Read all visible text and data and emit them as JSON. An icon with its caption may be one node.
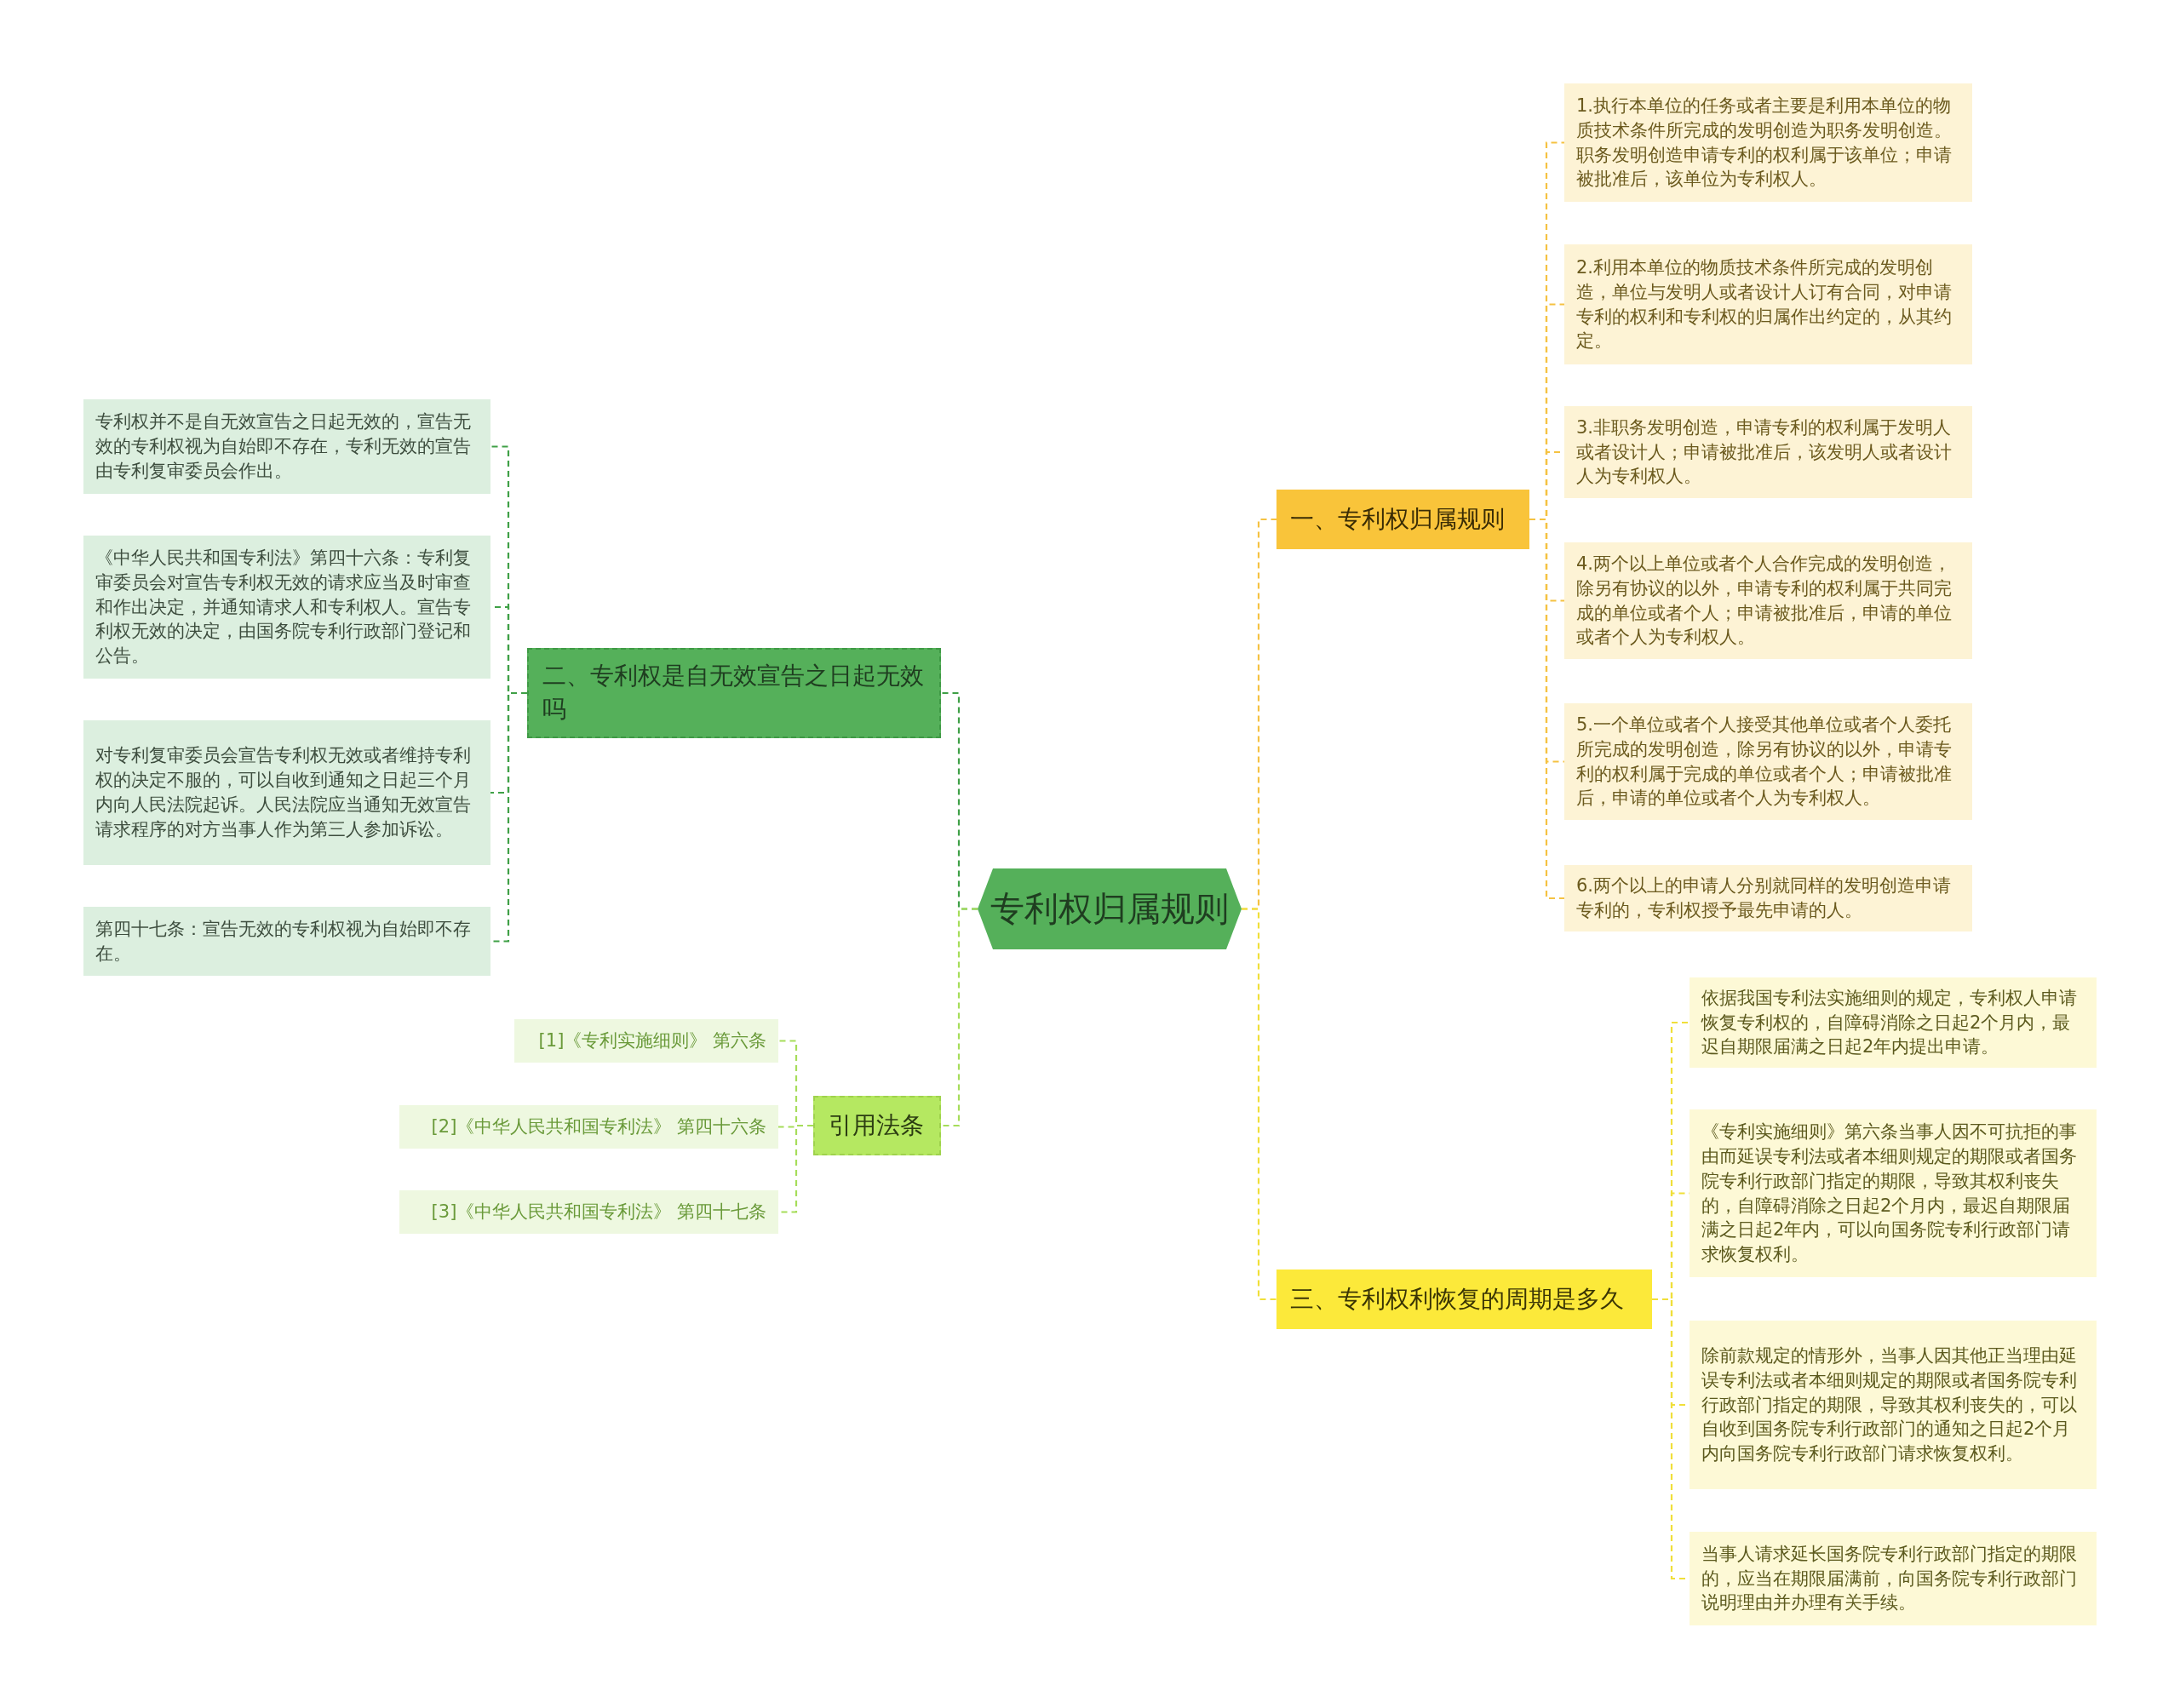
{
  "diagram": {
    "nodes": [
      {
        "text": [
          "专利权归属规则"
        ]
      },
      {
        "text": [
          "一、专利权归属规则"
        ]
      },
      {
        "text": [
          "1.执行本单位的任务或者主要是利用本单位的物质技术条件所完成的发明创造为职务发明创造。职务发明创造申请专利的权利属于该单位；申请被批准后，该单位为专利权人。"
        ]
      },
      {
        "text": [
          "2.利用本单位的物质技术条件所完成的发明创造，单位与发明人或者设计人订有合同，对申请专利的权利和专利权的归属作出约定的，从其约定。"
        ]
      },
      {
        "text": [
          "3.非职务发明创造，申请专利的权利属于发明人或者设计人；申请被批准后，该发明人或者设计人为专利权人。"
        ]
      },
      {
        "text": [
          "4.两个以上单位或者个人合作完成的发明创造，除另有协议的以外，申请专利的权利属于共同完成的单位或者个人；申请被批准后，申请的单位或者个人为专利权人。"
        ]
      },
      {
        "text": [
          "5.一个单位或者个人接受其他单位或者个人委托所完成的发明创造，除另有协议的以外，申请专利的权利属于完成的单位或者个人；申请被批准后，申请的单位或者个人为专利权人。"
        ]
      },
      {
        "text": [
          "6.两个以上的申请人分别就同样的发明创造申请专利的，专利权授予最先申请的人。"
        ]
      },
      {
        "text": [
          "二、专利权是自无效宣告之日起无效吗"
        ]
      },
      {
        "text": [
          "专利权并不是自无效宣告之日起无效的，宣告无效的专利权视为自始即不存在，专利无效的宣告由专利复审委员会作出。"
        ]
      },
      {
        "text": [
          "《中华人民共和国专利法》第四十六条：专利复审委员会对宣告专利权无效的请求应当及时审查和作出决定，并通知请求人和专利权人。宣告专利权无效的决定，由国务院专利行政部门登记和公告。"
        ]
      },
      {
        "text": [
          "对专利复审委员会宣告专利权无效或者维持专利权的决定不服的，可以自收到通知之日起三个月内向人民法院起诉。人民法院应当通知无效宣告请求程序的对方当事人作为第三人参加诉讼。"
        ]
      },
      {
        "text": [
          "第四十七条：宣告无效的专利权视为自始即不存在。"
        ]
      },
      {
        "text": [
          "引用法条"
        ]
      },
      {
        "text": [
          "[1]《专利实施细则》 第六条"
        ]
      },
      {
        "text": [
          "[2]《中华人民共和国专利法》 第四十六条"
        ]
      },
      {
        "text": [
          "[3]《中华人民共和国专利法》 第四十七条"
        ]
      },
      {
        "text": [
          "三、专利权利恢复的周期是多久"
        ]
      },
      {
        "text": [
          "依据我国专利法实施细则的规定，专利权人申请恢复专利权的，自障碍消除之日起2个月内，最迟自期限届满之日起2年内提出申请。"
        ]
      },
      {
        "text": [
          "《专利实施细则》第六条当事人因不可抗拒的事由而延误专利法或者本细则规定的期限或者国务院专利行政部门指定的期限，导致其权利丧失的，自障碍消除之日起2个月内，最迟自期限届满之日起2年内，可以向国务院专利行政部门请求恢复权利。"
        ]
      },
      {
        "text": [
          "除前款规定的情形外，当事人因其他正当理由延误专利法或者本细则规定的期限或者国务院专利行政部门指定的期限，导致其权利丧失的，可以自收到国务院专利行政部门的通知之日起2个月内向国务院专利行政部门请求恢复权利。"
        ]
      },
      {
        "text": [
          "当事人请求延长国务院专利行政部门指定的期限的，应当在期限届满前，向国务院专利行政部门说明理由并办理有关手续。"
        ]
      }
    ],
    "edges": [
      {
        "from": 0,
        "to": 1,
        "arrow": "none",
        "color": "#f5c242"
      },
      {
        "from": 1,
        "to": 2,
        "arrow": "none",
        "color": "#f5c242"
      },
      {
        "from": 1,
        "to": 3,
        "arrow": "none",
        "color": "#f5c242"
      },
      {
        "from": 1,
        "to": 4,
        "arrow": "none",
        "color": "#f5c242"
      },
      {
        "from": 1,
        "to": 5,
        "arrow": "none",
        "color": "#f5c242"
      },
      {
        "from": 1,
        "to": 6,
        "arrow": "none",
        "color": "#f5c242"
      },
      {
        "from": 1,
        "to": 7,
        "arrow": "none",
        "color": "#f5c242"
      },
      {
        "from": 0,
        "to": 8,
        "arrow": "none",
        "color": "#3fa046"
      },
      {
        "from": 8,
        "to": 9,
        "arrow": "none",
        "color": "#3fa046"
      },
      {
        "from": 8,
        "to": 10,
        "arrow": "none",
        "color": "#3fa046"
      },
      {
        "from": 8,
        "to": 11,
        "arrow": "none",
        "color": "#3fa046"
      },
      {
        "from": 8,
        "to": 12,
        "arrow": "none",
        "color": "#3fa046"
      },
      {
        "from": 0,
        "to": 13,
        "arrow": "none",
        "color": "#a6dd5a"
      },
      {
        "from": 13,
        "to": 14,
        "arrow": "none",
        "color": "#a6dd5a"
      },
      {
        "from": 13,
        "to": 15,
        "arrow": "none",
        "color": "#a6dd5a"
      },
      {
        "from": 13,
        "to": 16,
        "arrow": "none",
        "color": "#a6dd5a"
      },
      {
        "from": 0,
        "to": 17,
        "arrow": "none",
        "color": "#f0df3a"
      },
      {
        "from": 17,
        "to": 18,
        "arrow": "none",
        "color": "#f0df3a"
      },
      {
        "from": 17,
        "to": 19,
        "arrow": "none",
        "color": "#f0df3a"
      },
      {
        "from": 17,
        "to": 20,
        "arrow": "none",
        "color": "#f0df3a"
      },
      {
        "from": 17,
        "to": 21,
        "arrow": "none",
        "color": "#f0df3a"
      }
    ]
  }
}
